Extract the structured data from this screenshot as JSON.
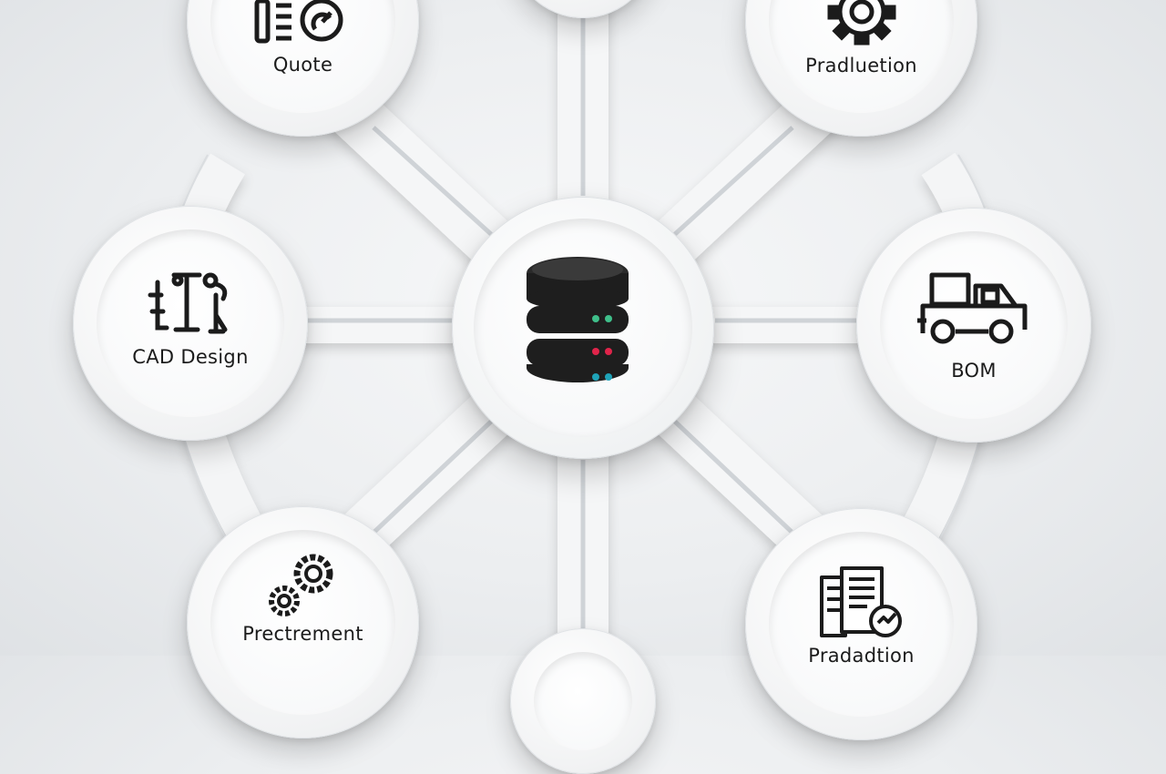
{
  "hub": {
    "icon": "database-server-icon",
    "led_colors": [
      "#3fbf8a",
      "#e0244a",
      "#1fa3b8"
    ]
  },
  "nodes": [
    {
      "id": "quote",
      "label": "Quote",
      "icon": "document-meter-icon"
    },
    {
      "id": "production-top",
      "label": "Pradluetion",
      "icon": "gear-icon"
    },
    {
      "id": "cad-design",
      "label": "CAD Design",
      "icon": "cad-tools-icon"
    },
    {
      "id": "bom",
      "label": "BOM",
      "icon": "truck-icon"
    },
    {
      "id": "procurement",
      "label": "Prectrement",
      "icon": "gears-icon"
    },
    {
      "id": "production-bottom",
      "label": "Pradadtion",
      "icon": "report-clipboard-icon"
    }
  ]
}
